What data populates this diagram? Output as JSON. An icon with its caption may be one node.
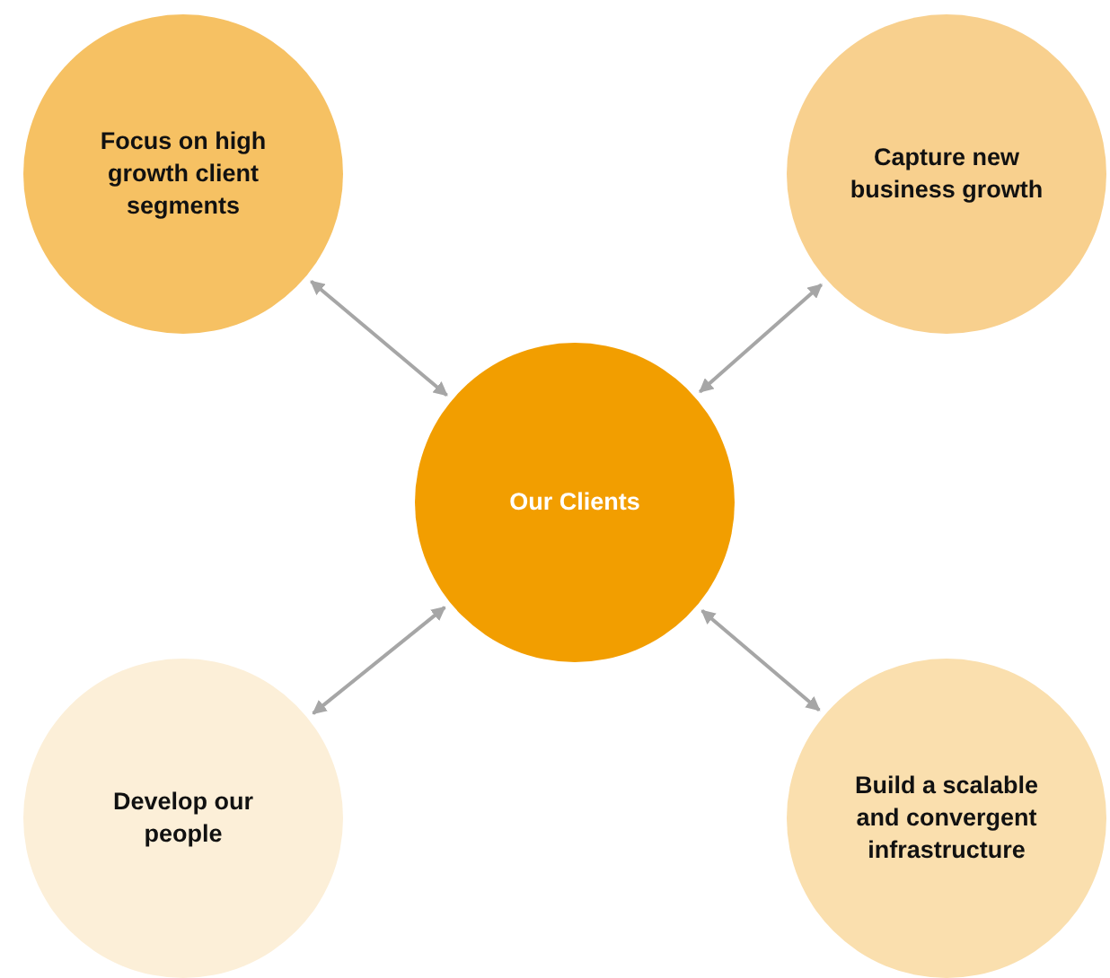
{
  "diagram": {
    "nodes": [
      {
        "text": [
          "Focus on high growth client segments"
        ]
      },
      {
        "text": [
          "Capture new business growth"
        ]
      },
      {
        "text": [
          "Our Clients"
        ]
      },
      {
        "text": [
          "Develop our people"
        ]
      },
      {
        "text": [
          "Build a scalable and convergent infrastructure"
        ]
      }
    ],
    "edges": [
      {
        "from": 2,
        "to": 0,
        "arrow": "both"
      },
      {
        "from": 2,
        "to": 1,
        "arrow": "both"
      },
      {
        "from": 2,
        "to": 3,
        "arrow": "both"
      },
      {
        "from": 2,
        "to": 4,
        "arrow": "both"
      }
    ]
  }
}
